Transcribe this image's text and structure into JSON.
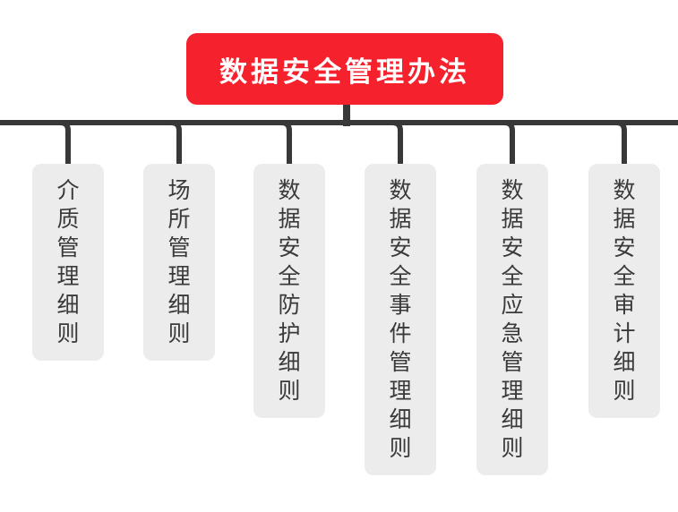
{
  "diagram": {
    "root": {
      "label": "数据安全管理办法"
    },
    "branches": [
      {
        "label": "介质管理细则"
      },
      {
        "label": "场所管理细则"
      },
      {
        "label": "数据安全防护细则"
      },
      {
        "label": "数据安全事件管理细则"
      },
      {
        "label": "数据安全应急管理细则"
      },
      {
        "label": "数据安全审计细则"
      }
    ],
    "colors": {
      "root_fill": "#f5222d",
      "root_text": "#ffffff",
      "branch_fill": "#ececec",
      "branch_text": "#3a3a3a",
      "connector": "#383838",
      "background": "#ffffff"
    }
  }
}
